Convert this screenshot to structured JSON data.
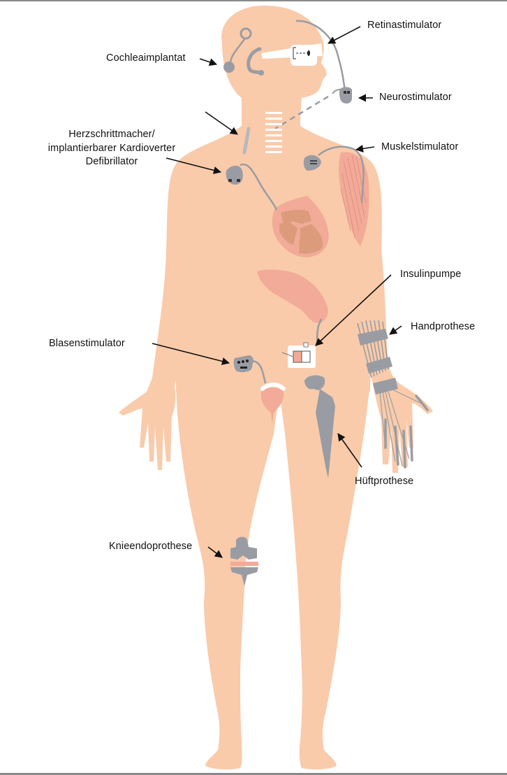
{
  "diagram": {
    "title": "",
    "colors": {
      "skin": "#f9cbaa",
      "organ": "#f2ab98",
      "organ_dark": "#dc9c7c",
      "implant": "#9a9ca3",
      "implant_dark": "#3a3a3a",
      "white_part": "#ffffff",
      "arrow": "#111111",
      "frame": "#8a8a8a"
    },
    "labels": {
      "retina": "Retinastimulator",
      "cochlea": "Cochleaimplantat",
      "neuro": "Neurostimulator",
      "heart_line1": "Herzschrittmacher/",
      "heart_line2": "implantierbarer Kardioverter",
      "heart_line3": "Defibrillator",
      "muscle": "Muskelstimulator",
      "insulin": "Insulinpumpe",
      "hand": "Handprothese",
      "bladder": "Blasenstimulator",
      "hip": "Hüftprothese",
      "knee": "Knieendoprothese"
    },
    "implants": [
      {
        "name": "Retinastimulator",
        "location": "eye"
      },
      {
        "name": "Cochleaimplantat",
        "location": "ear"
      },
      {
        "name": "Neurostimulator",
        "location": "neck"
      },
      {
        "name": "Herzschrittmacher/implantierbarer Kardioverter Defibrillator",
        "location": "chest-left"
      },
      {
        "name": "Muskelstimulator",
        "location": "shoulder-right"
      },
      {
        "name": "Insulinpumpe",
        "location": "abdomen"
      },
      {
        "name": "Handprothese",
        "location": "forearm-right"
      },
      {
        "name": "Blasenstimulator",
        "location": "pelvis"
      },
      {
        "name": "Hüftprothese",
        "location": "hip-right"
      },
      {
        "name": "Knieendoprothese",
        "location": "knee-left"
      }
    ]
  }
}
